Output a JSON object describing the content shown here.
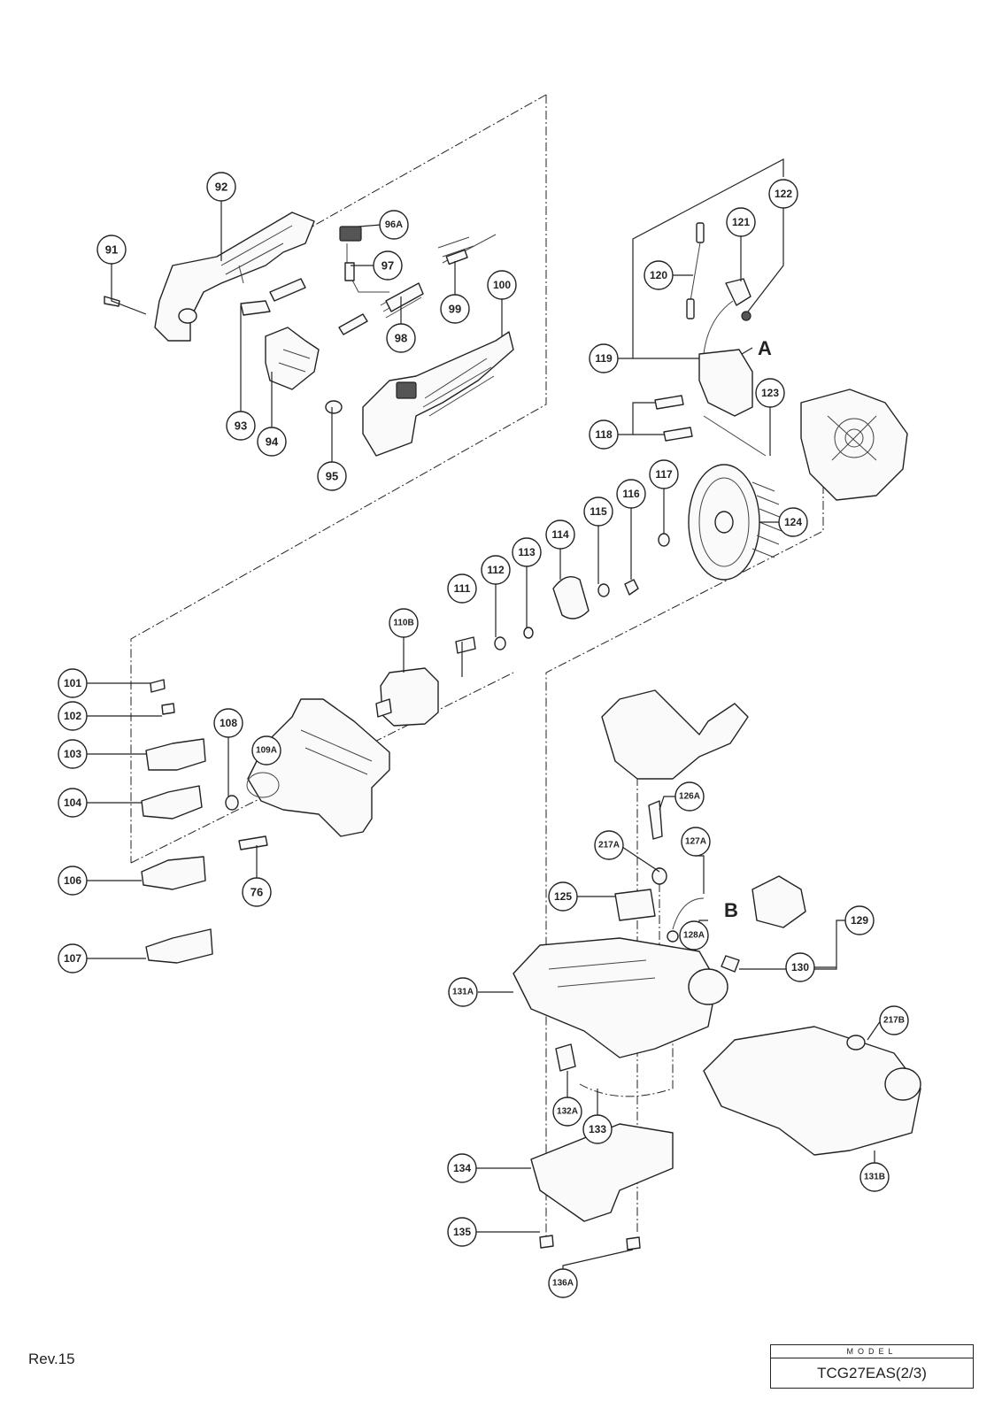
{
  "callouts": [
    {
      "id": "91",
      "label": "91"
    },
    {
      "id": "92",
      "label": "92"
    },
    {
      "id": "93",
      "label": "93"
    },
    {
      "id": "94",
      "label": "94"
    },
    {
      "id": "95",
      "label": "95"
    },
    {
      "id": "96A",
      "label": "96A"
    },
    {
      "id": "97",
      "label": "97"
    },
    {
      "id": "98",
      "label": "98"
    },
    {
      "id": "99",
      "label": "99"
    },
    {
      "id": "100",
      "label": "100"
    },
    {
      "id": "101",
      "label": "101"
    },
    {
      "id": "102",
      "label": "102"
    },
    {
      "id": "103",
      "label": "103"
    },
    {
      "id": "104",
      "label": "104"
    },
    {
      "id": "106",
      "label": "106"
    },
    {
      "id": "107",
      "label": "107"
    },
    {
      "id": "108",
      "label": "108"
    },
    {
      "id": "109A",
      "label": "109A"
    },
    {
      "id": "110B",
      "label": "110B"
    },
    {
      "id": "76",
      "label": "76"
    },
    {
      "id": "111",
      "label": "111"
    },
    {
      "id": "112",
      "label": "112"
    },
    {
      "id": "113",
      "label": "113"
    },
    {
      "id": "114",
      "label": "114"
    },
    {
      "id": "115",
      "label": "115"
    },
    {
      "id": "116",
      "label": "116"
    },
    {
      "id": "117",
      "label": "117"
    },
    {
      "id": "118",
      "label": "118"
    },
    {
      "id": "119",
      "label": "119"
    },
    {
      "id": "120",
      "label": "120"
    },
    {
      "id": "121",
      "label": "121"
    },
    {
      "id": "122",
      "label": "122"
    },
    {
      "id": "123",
      "label": "123"
    },
    {
      "id": "124",
      "label": "124"
    },
    {
      "id": "125",
      "label": "125"
    },
    {
      "id": "126A",
      "label": "126A"
    },
    {
      "id": "127A",
      "label": "127A"
    },
    {
      "id": "128A",
      "label": "128A"
    },
    {
      "id": "129",
      "label": "129"
    },
    {
      "id": "130",
      "label": "130"
    },
    {
      "id": "131A",
      "label": "131A"
    },
    {
      "id": "131B",
      "label": "131B"
    },
    {
      "id": "132A",
      "label": "132A"
    },
    {
      "id": "133",
      "label": "133"
    },
    {
      "id": "134",
      "label": "134"
    },
    {
      "id": "135",
      "label": "135"
    },
    {
      "id": "136A",
      "label": "136A"
    },
    {
      "id": "217A",
      "label": "217A"
    },
    {
      "id": "217B",
      "label": "217B"
    }
  ],
  "reference_letters": {
    "a": "A",
    "b": "B"
  },
  "revision": "Rev.15",
  "model": {
    "heading": "MODEL",
    "value": "TCG27EAS(2/3)"
  }
}
